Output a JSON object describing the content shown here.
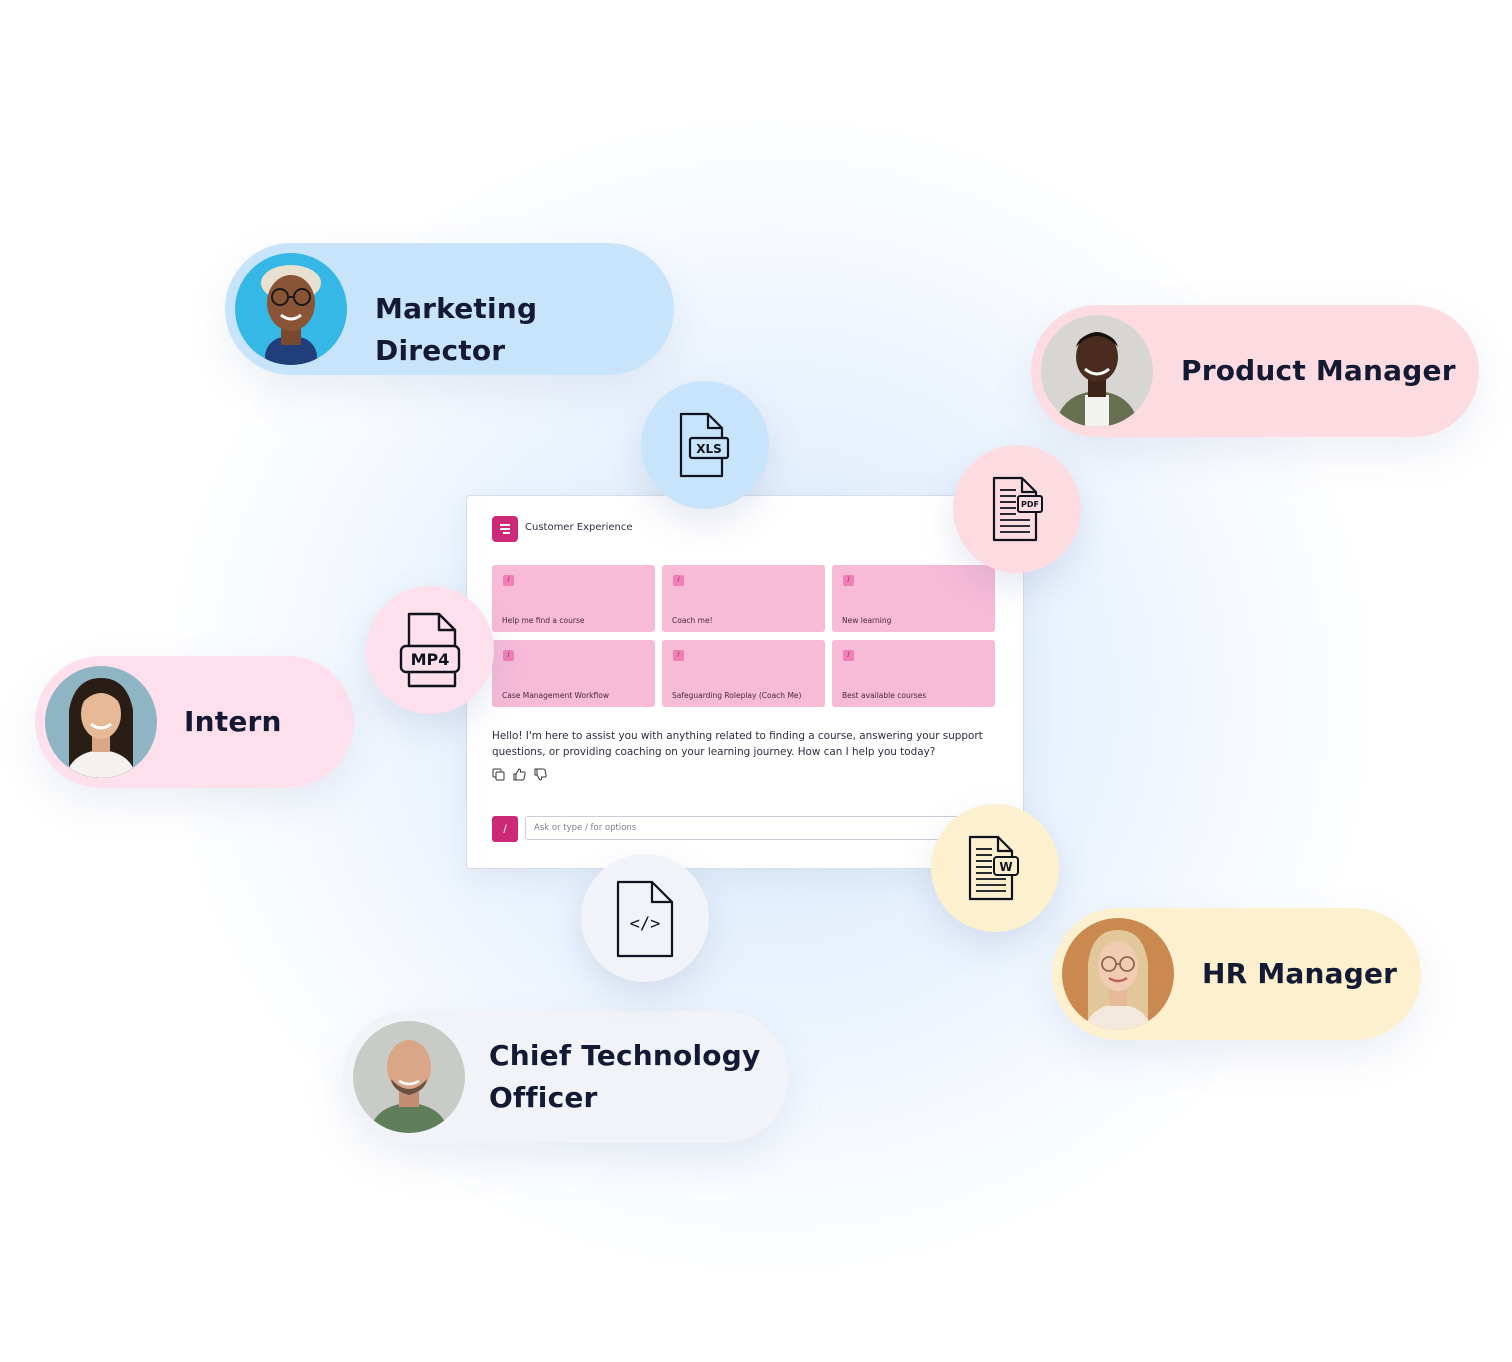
{
  "personas": [
    {
      "label": "Marketing Director",
      "color": "#c7e4fb"
    },
    {
      "label": "Product Manager",
      "color": "#fcdbe1"
    },
    {
      "label": "Intern",
      "color": "#fde0ec"
    },
    {
      "label": "HR Manager",
      "color": "#fdf0cf"
    },
    {
      "label": "Chief Technology Officer",
      "color": "#f1f3f8"
    }
  ],
  "files": [
    {
      "name": "xls-file-icon",
      "badge": "XLS",
      "color": "#c7e4fb"
    },
    {
      "name": "pdf-file-icon",
      "badge": "PDF",
      "color": "#fcdbe1"
    },
    {
      "name": "mp4-file-icon",
      "badge": "MP4",
      "color": "#fde0ec"
    },
    {
      "name": "word-file-icon",
      "badge": "W",
      "color": "#fdf0cf"
    },
    {
      "name": "code-file-icon",
      "badge": "</>",
      "color": "#f1f3f8"
    }
  ],
  "chat": {
    "title": "Customer Experience",
    "accent": "#cc2a79",
    "tile_color": "#f7bad7",
    "tiles": [
      {
        "slash": "/",
        "label": "Help me find a course"
      },
      {
        "slash": "/",
        "label": "Coach me!"
      },
      {
        "slash": "/",
        "label": "New learning"
      },
      {
        "slash": "/",
        "label": "Case Management Workflow"
      },
      {
        "slash": "/",
        "label": "Safeguarding Roleplay (Coach Me)"
      },
      {
        "slash": "/",
        "label": "Best available courses"
      }
    ],
    "message": "Hello! I'm here to assist you with anything related to finding a course, answering your support questions, or providing coaching on your learning journey. How can I help you today?",
    "send_label": "/",
    "input_placeholder": "Ask or type / for options"
  }
}
